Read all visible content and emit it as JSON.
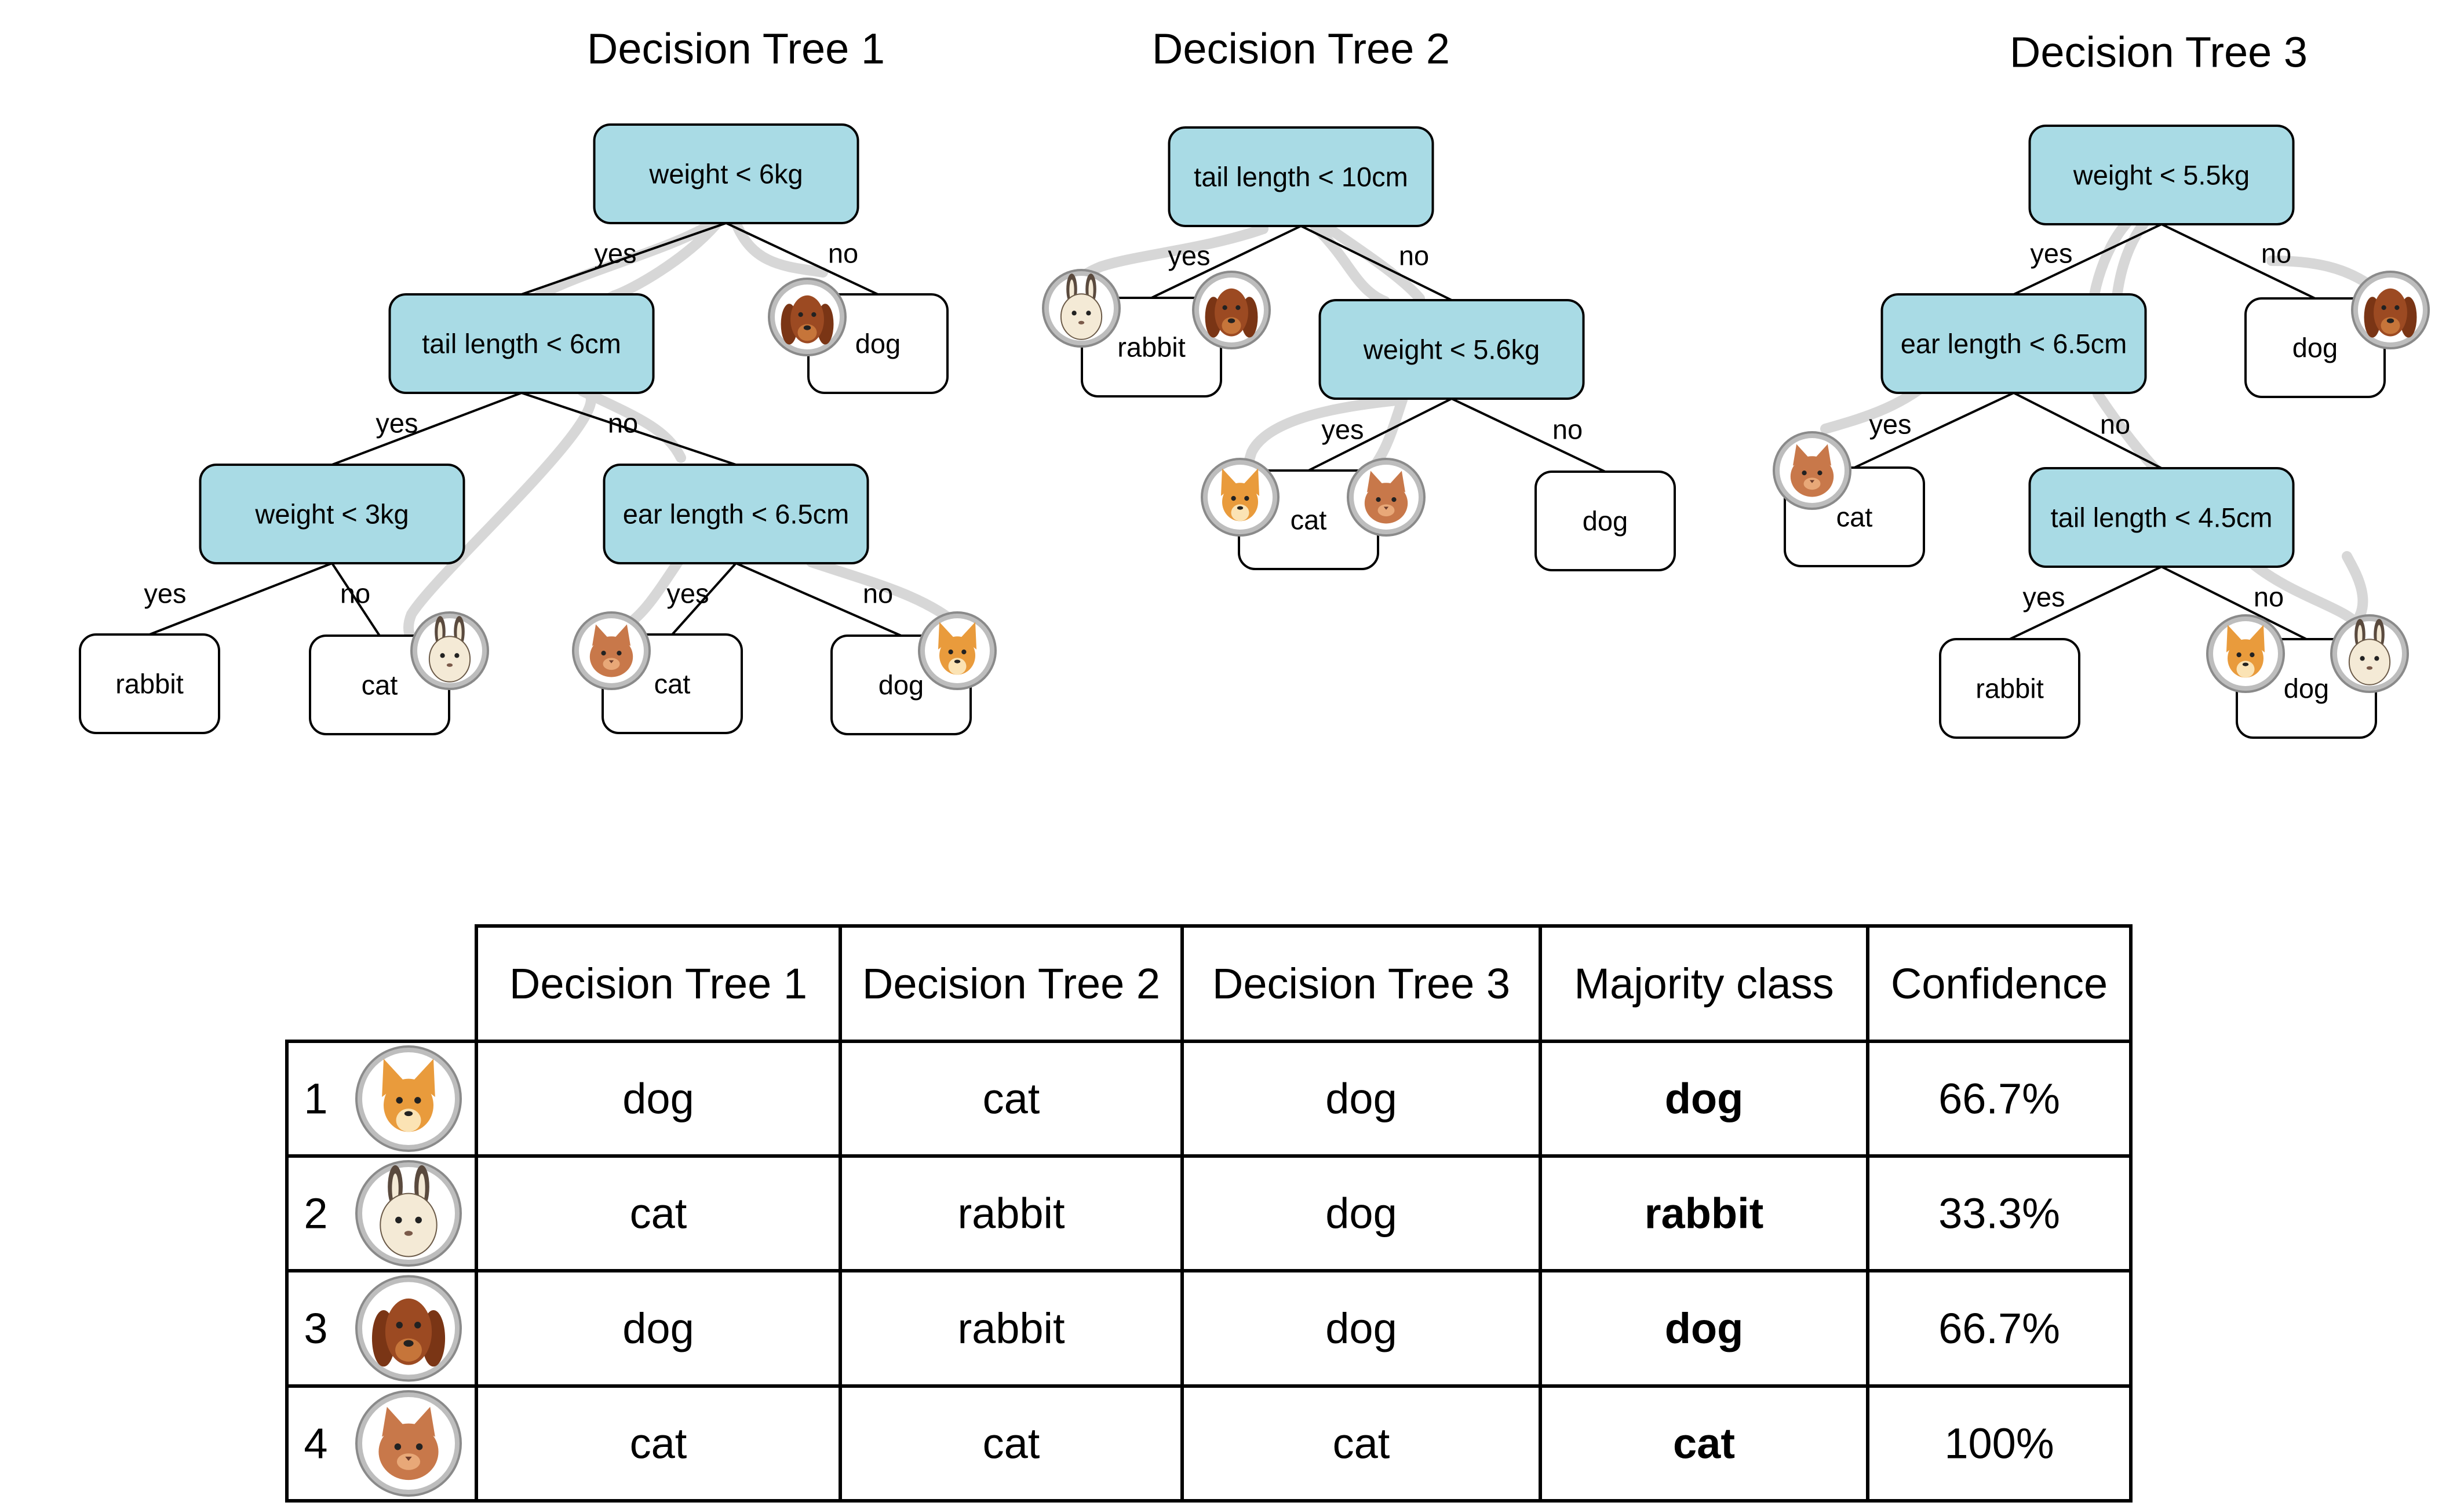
{
  "colors": {
    "decision_node_fill": "#a9dbe5",
    "leaf_node_fill": "#ffffff",
    "path_highlight": "#d7d7d7",
    "line": "#000000",
    "avatar_ring": "#9a9a9a"
  },
  "animals": {
    "cat": {
      "icon": "cat-face-icon",
      "fur": "#c8784a",
      "inner": "#e8a878"
    },
    "dog": {
      "icon": "dog-face-icon",
      "fur": "#9c4a22",
      "inner": "#c6753a"
    },
    "rabbit": {
      "icon": "rabbit-face-icon",
      "fur": "#f4ead6",
      "inner": "#5a4a3e"
    },
    "fox": {
      "icon": "small-dog-face-icon",
      "fur": "#e99b3c",
      "inner": "#fbe3b4"
    }
  },
  "trees": [
    {
      "title": "Decision Tree 1",
      "nodes": [
        {
          "id": "a",
          "label": "weight < 6kg",
          "kind": "decision"
        },
        {
          "id": "b",
          "label": "tail length < 6cm",
          "kind": "decision"
        },
        {
          "id": "c",
          "label": "dog",
          "kind": "leaf"
        },
        {
          "id": "d",
          "label": "weight < 3kg",
          "kind": "decision"
        },
        {
          "id": "e",
          "label": "ear length < 6.5cm",
          "kind": "decision"
        },
        {
          "id": "f",
          "label": "rabbit",
          "kind": "leaf"
        },
        {
          "id": "g",
          "label": "cat",
          "kind": "leaf"
        },
        {
          "id": "h",
          "label": "cat",
          "kind": "leaf"
        },
        {
          "id": "i",
          "label": "dog",
          "kind": "leaf"
        }
      ],
      "edge_labels": [
        {
          "text": "yes"
        },
        {
          "text": "no"
        },
        {
          "text": "yes"
        },
        {
          "text": "no"
        },
        {
          "text": "yes"
        },
        {
          "text": "no"
        },
        {
          "text": "yes"
        },
        {
          "text": "no"
        }
      ],
      "leaf_animals": [
        {
          "leaf": "c",
          "animal": "dog"
        },
        {
          "leaf": "g",
          "animal": "rabbit"
        },
        {
          "leaf": "h",
          "animal": "cat"
        },
        {
          "leaf": "i",
          "animal": "fox"
        }
      ]
    },
    {
      "title": "Decision Tree 2",
      "nodes": [
        {
          "id": "a",
          "label": "tail length < 10cm",
          "kind": "decision"
        },
        {
          "id": "b",
          "label": "rabbit",
          "kind": "leaf"
        },
        {
          "id": "c",
          "label": "weight < 5.6kg",
          "kind": "decision"
        },
        {
          "id": "d",
          "label": "cat",
          "kind": "leaf"
        },
        {
          "id": "e",
          "label": "dog",
          "kind": "leaf"
        }
      ],
      "edge_labels": [
        {
          "text": "yes"
        },
        {
          "text": "no"
        },
        {
          "text": "yes"
        },
        {
          "text": "no"
        }
      ],
      "leaf_animals": [
        {
          "leaf": "b",
          "animal": "rabbit"
        },
        {
          "leaf": "b",
          "animal": "dog"
        },
        {
          "leaf": "d",
          "animal": "fox"
        },
        {
          "leaf": "d",
          "animal": "cat"
        }
      ]
    },
    {
      "title": "Decision Tree 3",
      "nodes": [
        {
          "id": "a",
          "label": "weight < 5.5kg",
          "kind": "decision"
        },
        {
          "id": "b",
          "label": "ear length < 6.5cm",
          "kind": "decision"
        },
        {
          "id": "c",
          "label": "dog",
          "kind": "leaf"
        },
        {
          "id": "d",
          "label": "cat",
          "kind": "leaf"
        },
        {
          "id": "e",
          "label": "tail length < 4.5cm",
          "kind": "decision"
        },
        {
          "id": "f",
          "label": "rabbit",
          "kind": "leaf"
        },
        {
          "id": "g",
          "label": "dog",
          "kind": "leaf"
        }
      ],
      "edge_labels": [
        {
          "text": "yes"
        },
        {
          "text": "no"
        },
        {
          "text": "yes"
        },
        {
          "text": "no"
        },
        {
          "text": "yes"
        },
        {
          "text": "no"
        }
      ],
      "leaf_animals": [
        {
          "leaf": "c",
          "animal": "dog"
        },
        {
          "leaf": "d",
          "animal": "cat"
        },
        {
          "leaf": "g",
          "animal": "fox"
        },
        {
          "leaf": "g",
          "animal": "rabbit"
        }
      ]
    }
  ],
  "table": {
    "headers": [
      "Decision Tree 1",
      "Decision Tree 2",
      "Decision Tree 3",
      "Majority class",
      "Confidence"
    ],
    "rows": [
      {
        "index": "1",
        "animal": "fox",
        "cells": [
          "dog",
          "cat",
          "dog",
          "dog",
          "66.7%"
        ]
      },
      {
        "index": "2",
        "animal": "rabbit",
        "cells": [
          "cat",
          "rabbit",
          "dog",
          "rabbit",
          "33.3%"
        ]
      },
      {
        "index": "3",
        "animal": "dog",
        "cells": [
          "dog",
          "rabbit",
          "dog",
          "dog",
          "66.7%"
        ]
      },
      {
        "index": "4",
        "animal": "cat",
        "cells": [
          "cat",
          "cat",
          "cat",
          "cat",
          "100%"
        ]
      }
    ]
  }
}
